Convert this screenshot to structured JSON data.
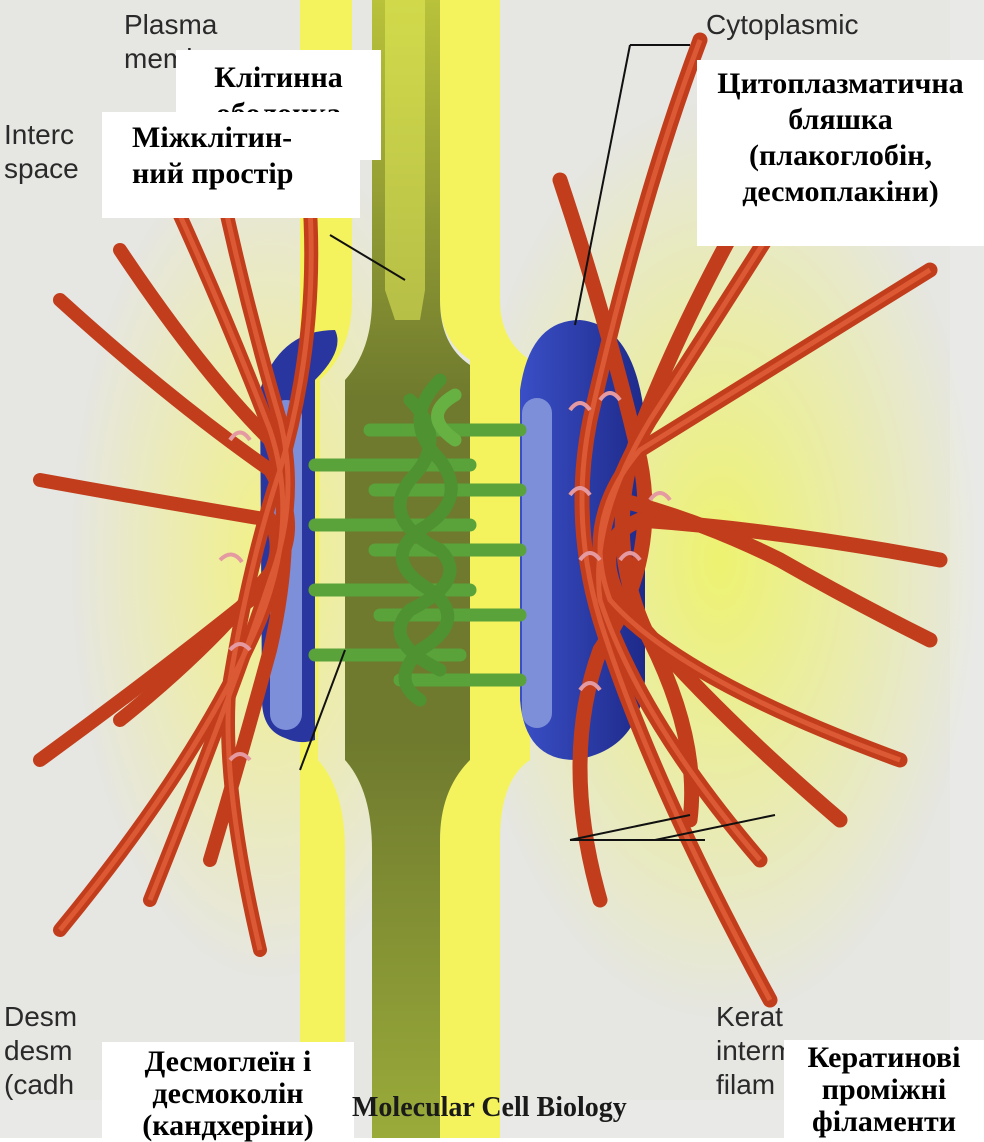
{
  "background_labels": {
    "plasma_membrane": "Plasma\nmembrane",
    "intercellular_space": "Interc\nspace",
    "cytoplasmic_plaque": "Cytoplasmic",
    "desmoglein": "Desm\ndesm\n(cadh",
    "keratin": "Kerat\ninterm\nfilam"
  },
  "callouts": {
    "cell_membrane": "Клітинна\nоболонка",
    "intercellular_space": "Міжклітин-\nний простір",
    "cytoplasmic_plaque": "Цитоплазматична\nбляшка\n(плакоглобін,\nдесмоплакіни)",
    "desmoglein": "Десмоглеїн і\nдесмоколін\n(кандхеріни)",
    "keratin": "Кератинові\nпроміжні\nфіламенти"
  },
  "caption": "Molecular Cell Biology",
  "colors": {
    "background": "#e9e9e7",
    "membrane_yellow": "#f2f25a",
    "gap_green": "#8a9a32",
    "plaque_blue": "#2b3aa6",
    "plaque_light": "#7f90d8",
    "filament_red": "#c8401e",
    "cadherin_green": "#5aa23a"
  }
}
